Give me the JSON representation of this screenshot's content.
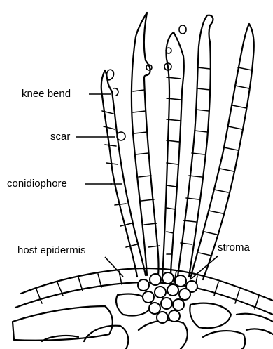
{
  "labels": {
    "knee_bend": "knee bend",
    "scar": "scar",
    "conidiophore": "conidiophore",
    "host_epidermis": "host epidermis",
    "stroma": "stroma"
  },
  "colors": {
    "ink": "#000000",
    "background": "#ffffff"
  }
}
